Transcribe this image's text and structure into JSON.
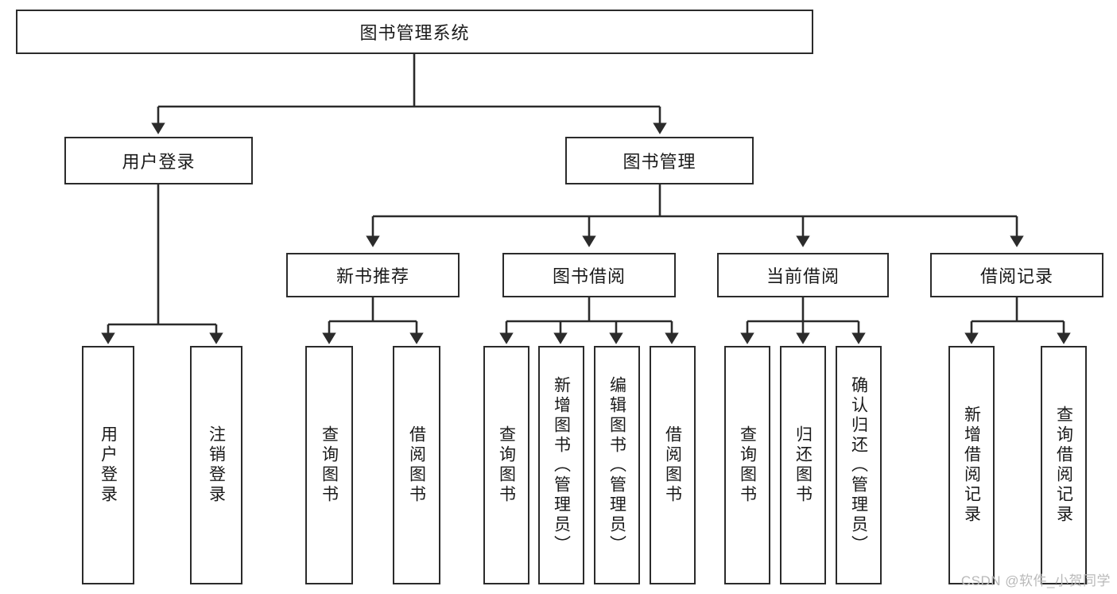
{
  "diagram": {
    "title": "图书管理系统",
    "watermark": "CSDN @软件_小贺同学",
    "nodes": {
      "root": {
        "label": "图书管理系统"
      },
      "level2": [
        {
          "id": "user-login",
          "label": "用户登录"
        },
        {
          "id": "book-manage",
          "label": "图书管理"
        }
      ],
      "level3": [
        {
          "id": "new-book-recommend",
          "label": "新书推荐"
        },
        {
          "id": "book-borrow",
          "label": "图书借阅"
        },
        {
          "id": "current-borrow",
          "label": "当前借阅"
        },
        {
          "id": "borrow-record",
          "label": "借阅记录"
        }
      ],
      "leaves": {
        "user_login": [
          {
            "id": "leaf-user-login",
            "label": "用户登录"
          },
          {
            "id": "leaf-logout",
            "label": "注销登录"
          }
        ],
        "new_book_recommend": [
          {
            "id": "leaf-query-book-1",
            "label": "查询图书"
          },
          {
            "id": "leaf-borrow-book-1",
            "label": "借阅图书"
          }
        ],
        "book_borrow": [
          {
            "id": "leaf-query-book-2",
            "label": "查询图书"
          },
          {
            "id": "leaf-add-book",
            "label": "新增图书（管理员）"
          },
          {
            "id": "leaf-edit-book",
            "label": "编辑图书（管理员）"
          },
          {
            "id": "leaf-borrow-book-2",
            "label": "借阅图书"
          }
        ],
        "current_borrow": [
          {
            "id": "leaf-query-book-3",
            "label": "查询图书"
          },
          {
            "id": "leaf-return-book",
            "label": "归还图书"
          },
          {
            "id": "leaf-confirm-return",
            "label": "确认归还（管理员）"
          }
        ],
        "borrow_record": [
          {
            "id": "leaf-add-record",
            "label": "新增借阅记录"
          },
          {
            "id": "leaf-query-record",
            "label": "查询借阅记录"
          }
        ]
      }
    },
    "colors": {
      "stroke": "#2b2b2b",
      "fill": "#ffffff",
      "text": "#1a1a1a",
      "watermark": "#b9b9b9"
    }
  }
}
